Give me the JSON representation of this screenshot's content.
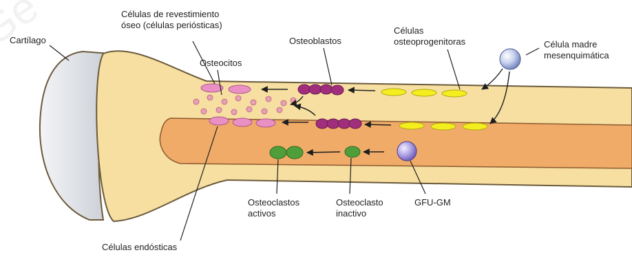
{
  "figure": {
    "labels": {
      "cartilage": "Cartílago",
      "lining_cells": [
        "Células de revestimiento",
        "óseo (células periósticas)"
      ],
      "osteoblasts": "Osteoblastos",
      "osteocytes": "Osteocitos",
      "progenitor_cells": [
        "Células",
        "osteoprogenitoras"
      ],
      "mesenchymal_stem_cell": [
        "Célula madre",
        "mesenquimática"
      ],
      "active_osteoclasts": [
        "Osteoclastos",
        "activos"
      ],
      "inactive_osteoclast": [
        "Osteoclasto",
        "inactivo"
      ],
      "gfu_gm": "GFU-GM",
      "endosteal_cells": "Células endósticas"
    },
    "colors": {
      "bone": "#f6dfa0",
      "bone_outline": "#6b5a3c",
      "marrow": "#f0ab68",
      "cartilage": "#e3e6ea",
      "lining_cells": "#e991c4",
      "osteoblasts": "#a12e7c",
      "progenitor_cells": "#f5ee1f",
      "osteocytes": "#e7a0b4",
      "osteoclasts": "#4f9e3a",
      "stem_cell": "#b8c2e8",
      "gfu_gm_cell": "#a99be0"
    }
  }
}
